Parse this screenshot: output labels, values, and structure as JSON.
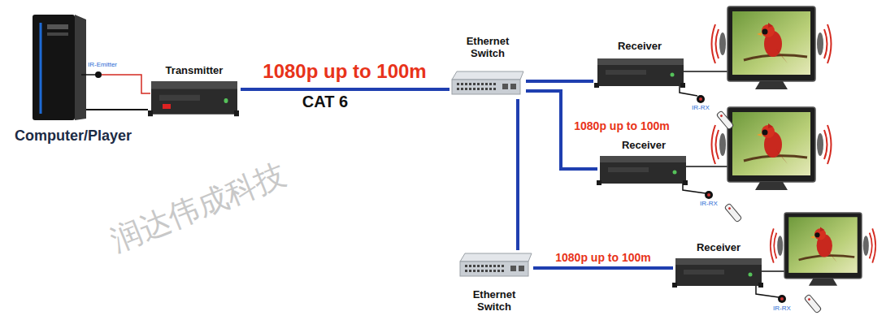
{
  "diagram": {
    "nodes": [
      {
        "text": [
          "Computer/Player"
        ]
      },
      {
        "text": [
          "Transmitter"
        ]
      },
      {
        "text": [
          "Ethernet Switch"
        ]
      },
      {
        "text": [
          "Receiver"
        ]
      },
      {
        "text": [
          "Receiver"
        ]
      },
      {
        "text": [
          "Ethernet Switch"
        ]
      },
      {
        "text": [
          "Receiver"
        ]
      }
    ],
    "edges": [
      {
        "from": 0,
        "to": 1,
        "arrow": "none"
      },
      {
        "from": 1,
        "to": 2,
        "label": "1080p up to 100m",
        "arrow": "none"
      },
      {
        "from": 2,
        "to": 3,
        "arrow": "none"
      },
      {
        "from": 2,
        "to": 4,
        "label": "1080p up to 100m",
        "arrow": "none"
      },
      {
        "from": 2,
        "to": 5,
        "arrow": "none"
      },
      {
        "from": 5,
        "to": 6,
        "label": "1080p up to 100m",
        "arrow": "none"
      }
    ],
    "labels": [
      "IR-Emitter",
      "CAT 6",
      "IR-RX",
      "IR-RX",
      "IR-RX",
      "润达伟成科技"
    ]
  }
}
